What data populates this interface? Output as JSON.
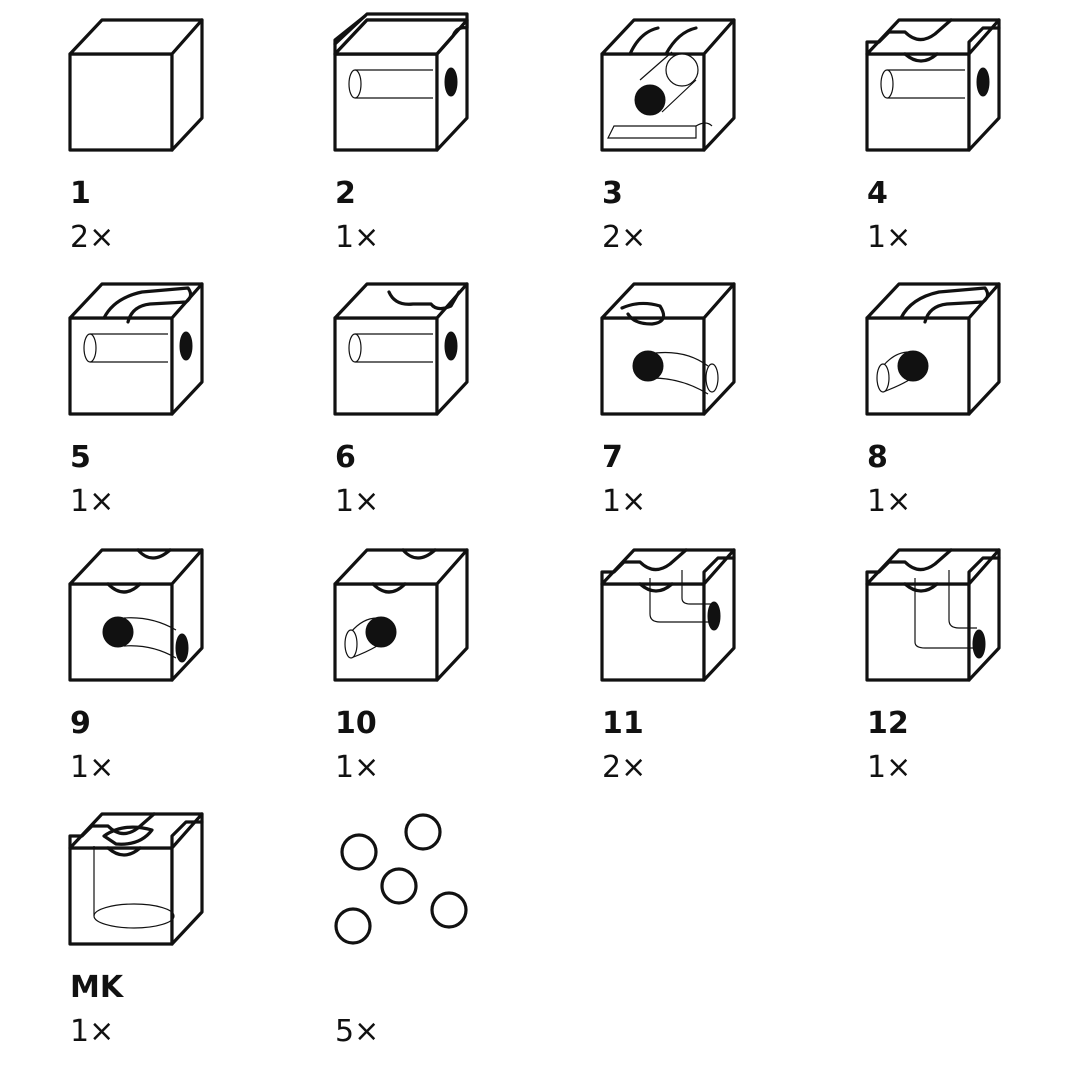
{
  "pieces": [
    {
      "number": "1",
      "quantity": "2×",
      "icon": "plain-cube-icon"
    },
    {
      "number": "2",
      "quantity": "1×",
      "icon": "straight-tunnel-cube-icon"
    },
    {
      "number": "3",
      "quantity": "2×",
      "icon": "diagonal-tunnel-cube-icon"
    },
    {
      "number": "4",
      "quantity": "1×",
      "icon": "cross-groove-tunnel-cube-icon"
    },
    {
      "number": "5",
      "quantity": "1×",
      "icon": "curve-groove-tunnel-cube-icon"
    },
    {
      "number": "6",
      "quantity": "1×",
      "icon": "corner-groove-tunnel-cube-icon"
    },
    {
      "number": "7",
      "quantity": "1×",
      "icon": "curve-drop-right-cube-icon"
    },
    {
      "number": "8",
      "quantity": "1×",
      "icon": "curve-drop-left-cube-icon"
    },
    {
      "number": "9",
      "quantity": "1×",
      "icon": "groove-drop-right-cube-icon"
    },
    {
      "number": "10",
      "quantity": "1×",
      "icon": "groove-drop-left-cube-icon"
    },
    {
      "number": "11",
      "quantity": "2×",
      "icon": "double-groove-bend-cube-icon"
    },
    {
      "number": "12",
      "quantity": "1×",
      "icon": "double-groove-shaft-cube-icon"
    },
    {
      "number": "MK",
      "quantity": "1×",
      "icon": "cross-groove-funnel-cube-icon"
    },
    {
      "number": "",
      "quantity": "5×",
      "icon": "marbles-icon"
    }
  ]
}
